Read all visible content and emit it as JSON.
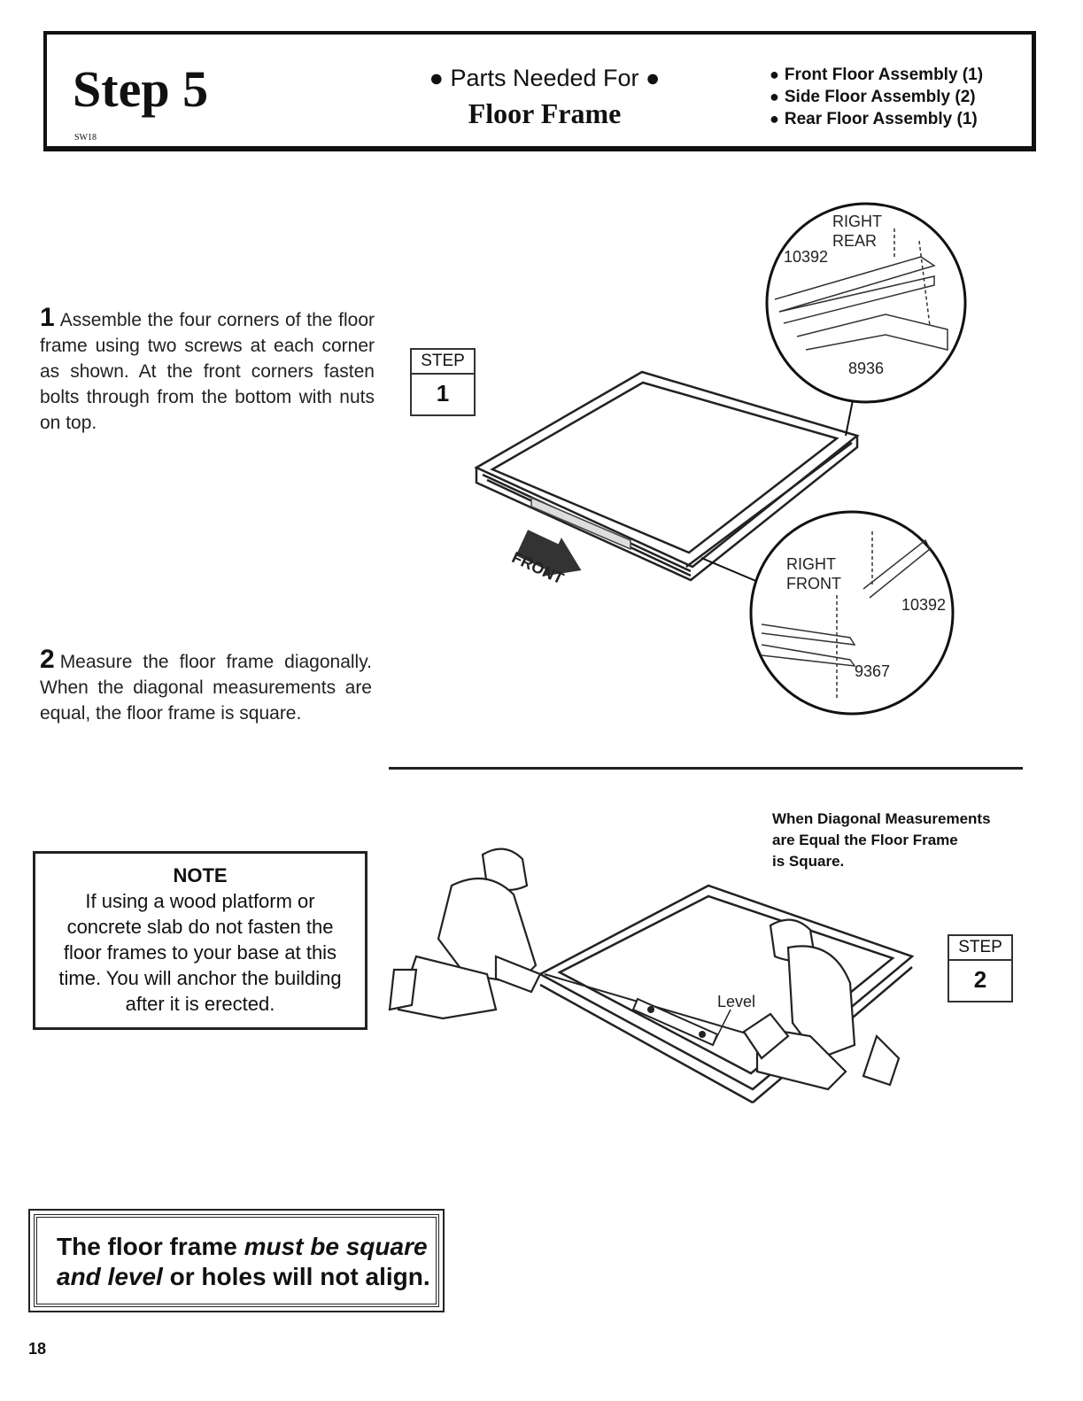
{
  "header": {
    "step_title": "Step 5",
    "code": "SW18",
    "parts_needed_label": "● Parts Needed For ●",
    "section_title": "Floor Frame",
    "parts": [
      "Front Floor Assembly (1)",
      "Side Floor Assembly (2)",
      "Rear Floor Assembly (1)"
    ]
  },
  "instructions": {
    "step1_number": "1",
    "step1_text": "Assemble the four corners of the floor frame using two screws at each corner as shown. At the front corners fasten bolts through from the bottom with nuts on top.",
    "step2_number": "2",
    "step2_text": "Measure the floor frame diagonally. When the diagonal measurements are equal, the floor frame is square."
  },
  "note": {
    "title": "NOTE",
    "text": "If using a wood platform or concrete slab do not fasten the floor frames to your base at this time. You will anchor the building after it is erected."
  },
  "warning": {
    "line1_plain": "The floor frame ",
    "line1_italic": "must be square",
    "line2_italic": "and level",
    "line2_plain": " or holes will not align."
  },
  "diagram1": {
    "badge_label": "STEP",
    "badge_value": "1",
    "front_label": "FRONT",
    "rear_callout_position": "RIGHT REAR",
    "rear_callout_line1": "RIGHT",
    "rear_callout_line2": "REAR",
    "rear_part_a": "10392",
    "rear_part_b": "8936",
    "front_callout_line1": "RIGHT",
    "front_callout_line2": "FRONT",
    "front_part_a": "10392",
    "front_part_b": "9367"
  },
  "diagram2": {
    "badge_label": "STEP",
    "badge_value": "2",
    "caption_line1": "When Diagonal Measurements",
    "caption_line2": "are Equal the Floor Frame",
    "caption_line3": "is Square.",
    "level_label": "Level"
  },
  "page_number": "18"
}
